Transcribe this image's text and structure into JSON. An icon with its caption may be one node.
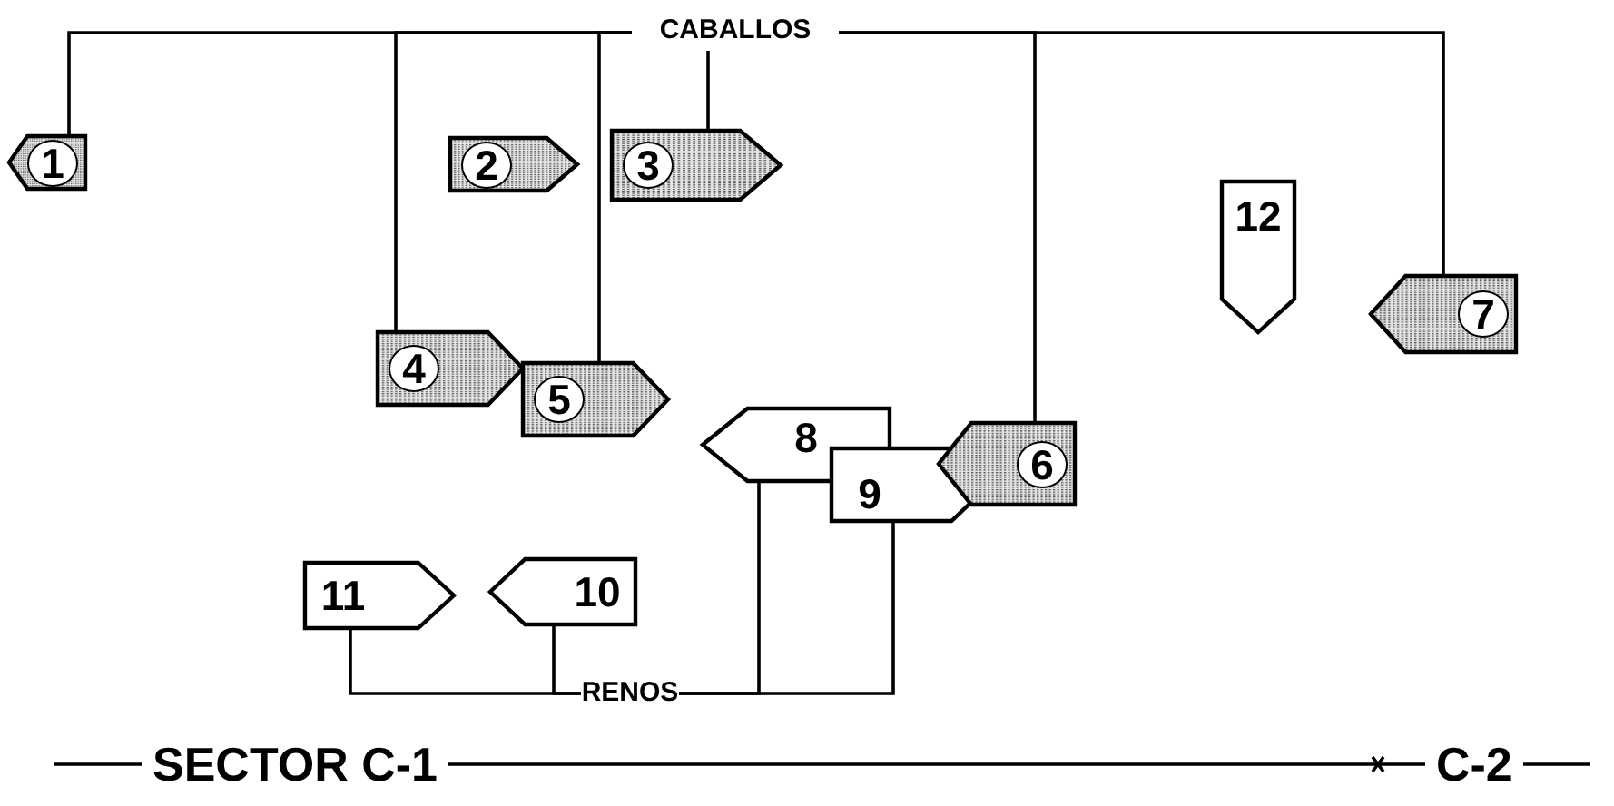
{
  "diagram": {
    "nodes": [
      {
        "text": [
          "CABALLOS"
        ]
      },
      {
        "text": [
          "1"
        ]
      },
      {
        "text": [
          "2"
        ]
      },
      {
        "text": [
          "3"
        ]
      },
      {
        "text": [
          "12"
        ]
      },
      {
        "text": [
          "7"
        ]
      },
      {
        "text": [
          "4"
        ]
      },
      {
        "text": [
          "5"
        ]
      },
      {
        "text": [
          "8"
        ]
      },
      {
        "text": [
          "9"
        ]
      },
      {
        "text": [
          "6"
        ]
      },
      {
        "text": [
          "11"
        ]
      },
      {
        "text": [
          "10"
        ]
      },
      {
        "text": [
          "RENOS"
        ]
      }
    ],
    "edges": [
      {
        "from": 0,
        "to": 1,
        "arrow": "none"
      },
      {
        "from": 0,
        "to": 6,
        "arrow": "none"
      },
      {
        "from": 0,
        "to": 7,
        "arrow": "none"
      },
      {
        "from": 0,
        "to": 3,
        "arrow": "none"
      },
      {
        "from": 0,
        "to": 10,
        "arrow": "none"
      },
      {
        "from": 0,
        "to": 5,
        "arrow": "none"
      },
      {
        "from": 13,
        "to": 11,
        "arrow": "none"
      },
      {
        "from": 13,
        "to": 12,
        "arrow": "none"
      },
      {
        "from": 13,
        "to": 8,
        "arrow": "none"
      },
      {
        "from": 13,
        "to": 9,
        "arrow": "none"
      }
    ],
    "labels": [
      "SECTOR C-1",
      "C-2"
    ]
  }
}
